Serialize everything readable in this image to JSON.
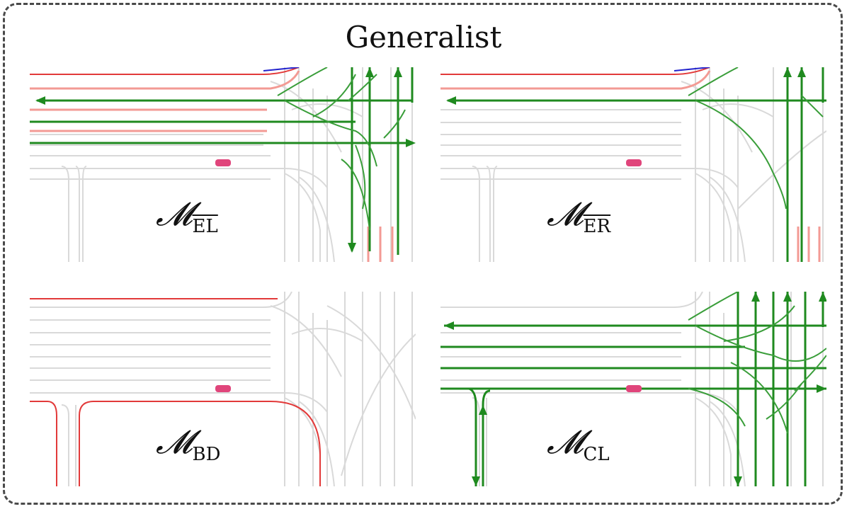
{
  "title": "Generalist",
  "colors": {
    "road": "#d9d9d9",
    "boundary_red": "#e23a3a",
    "boundary_pink": "#f39a94",
    "lane_green": "#1f8a1f",
    "arrow_green": "#3a9e3a",
    "car": "#e0457b",
    "blue": "#2222cc"
  },
  "panels": [
    {
      "id": "el",
      "symbol": "𝓜",
      "subscript": "EL",
      "overline": true
    },
    {
      "id": "er",
      "symbol": "𝓜",
      "subscript": "ER",
      "overline": true
    },
    {
      "id": "bd",
      "symbol": "𝓜",
      "subscript": "BD",
      "overline": false
    },
    {
      "id": "cl",
      "symbol": "𝓜",
      "subscript": "CL",
      "overline": false
    }
  ]
}
